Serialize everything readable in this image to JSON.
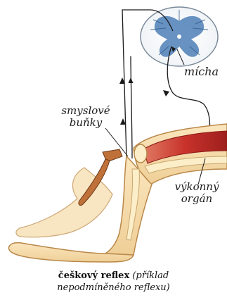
{
  "labels": {
    "spinal_cord": "mícha",
    "sensory_cells_line1": "smyslové",
    "sensory_cells_line2": "buňky",
    "effector_line1": "výkonný",
    "effector_line2": "orgán"
  },
  "caption": {
    "bold": "češkový reflex",
    "italic_line1": " (příklad",
    "italic_line2": "nepodmíněného reflexu)"
  },
  "colors": {
    "skin": "#f6deb0",
    "skin_outline": "#b9884a",
    "bone": "#fbeec9",
    "muscle": "#c8322b",
    "spinal_gray": "#3b6fa5",
    "nerve": "#1a1a1a",
    "hammer": "#c0713a"
  }
}
